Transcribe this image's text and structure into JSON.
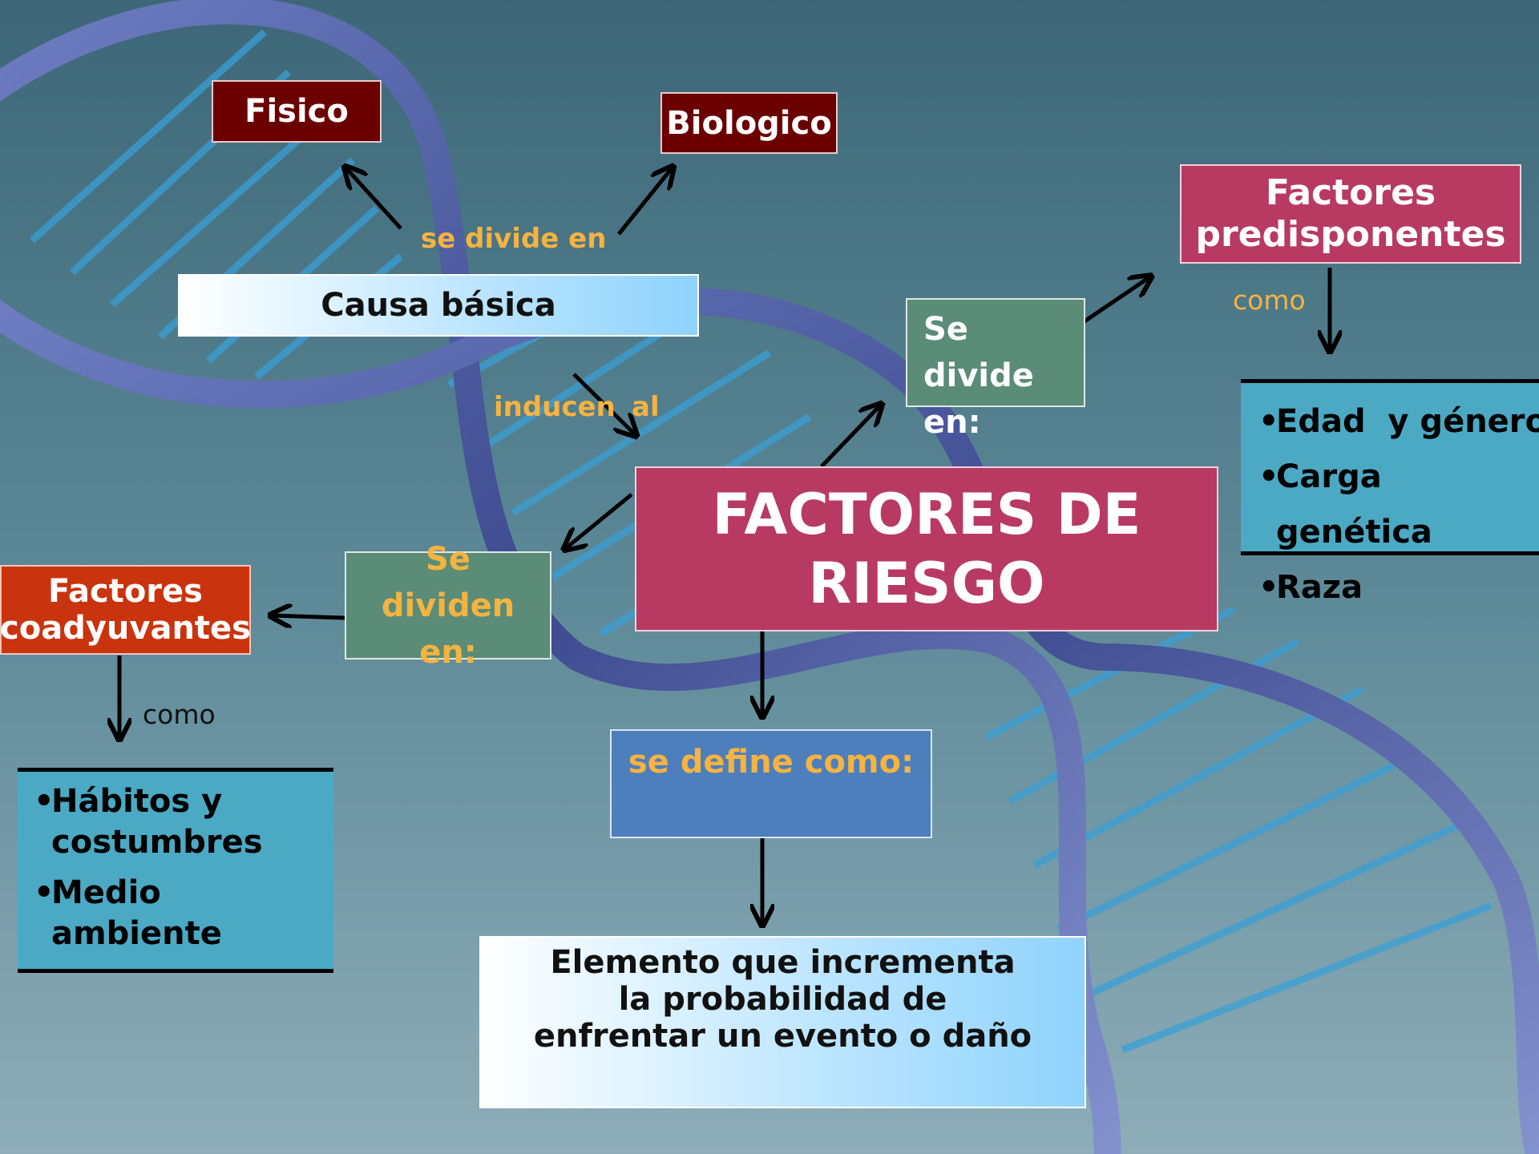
{
  "diagram": {
    "central": "FACTORES DE RIESGO",
    "causa_basica": "Causa básica",
    "fisico": "Fisico",
    "biologico": "Biologico",
    "se_divide_en_lower": "se divide en",
    "inducen": "inducen",
    "al": "al",
    "se_divide_en_box": "Se divide en:",
    "factores_predisponentes": "Factores predisponentes",
    "como_right": "como",
    "predisponentes_items": [
      "Edad  y género",
      "Carga genética",
      "Raza"
    ],
    "se_dividen_en_box": "Se dividen en:",
    "factores_coadyuvantes": "Factores coadyuvantes",
    "como_left": "como",
    "coadyuvantes_items": [
      "Hábitos y costumbres",
      "Medio ambiente"
    ],
    "se_define_como": "se define como:",
    "definition": "Elemento que incrementa la probabilidad de enfrentar un evento o daño"
  },
  "colors": {
    "background": "#5a8596",
    "dna_strand": "#4a5a9c",
    "dna_rung": "#3a9fd6",
    "fisico_fill": "#6b0000",
    "central_fill": "#b83a63",
    "green_fill": "#5a8c78",
    "coadyuvantes_fill": "#c9340f",
    "list_fill": "#4ba9c4",
    "define_fill": "#4e7fbd",
    "label_orange": "#f6b340"
  }
}
